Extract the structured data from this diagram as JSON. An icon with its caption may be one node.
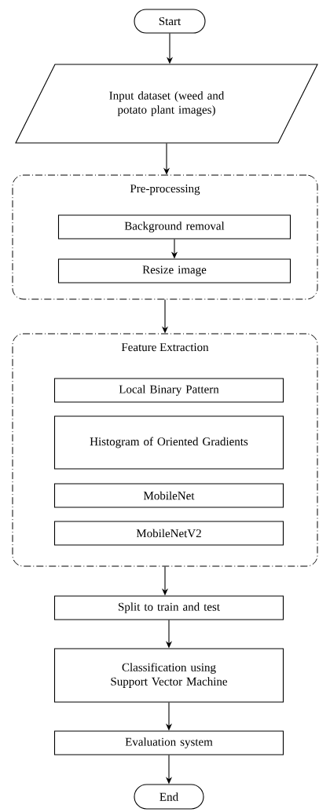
{
  "diagram": {
    "nodes": [
      {
        "text": [
          "Start"
        ]
      },
      {
        "text": [
          "Input dataset (weed and potato plant images)"
        ]
      },
      {
        "text": [
          "Pre-processing"
        ]
      },
      {
        "text": [
          "Background removal"
        ],
        "in": 2
      },
      {
        "text": [
          "Resize image"
        ],
        "in": 2
      },
      {
        "text": [
          "Feature Extraction"
        ]
      },
      {
        "text": [
          "Local Binary Pattern"
        ],
        "in": 5
      },
      {
        "text": [
          "Histogram of Oriented Gradients"
        ],
        "in": 5
      },
      {
        "text": [
          "MobileNet"
        ],
        "in": 5
      },
      {
        "text": [
          "MobileNetV2"
        ],
        "in": 5
      },
      {
        "text": [
          "Split to train and test"
        ]
      },
      {
        "text": [
          "Classification using Support Vector Machine"
        ]
      },
      {
        "text": [
          "Evaluation system"
        ]
      },
      {
        "text": [
          "End"
        ]
      }
    ],
    "edges": [
      {
        "from": 0,
        "to": 1,
        "arrow": "to"
      },
      {
        "from": 1,
        "to": 2,
        "arrow": "to"
      },
      {
        "from": 3,
        "to": 4,
        "arrow": "to"
      },
      {
        "from": 2,
        "to": 5,
        "arrow": "to"
      },
      {
        "from": 5,
        "to": 10,
        "arrow": "to"
      },
      {
        "from": 10,
        "to": 11,
        "arrow": "to"
      },
      {
        "from": 11,
        "to": 12,
        "arrow": "to"
      },
      {
        "from": 12,
        "to": 13,
        "arrow": "to"
      }
    ]
  }
}
